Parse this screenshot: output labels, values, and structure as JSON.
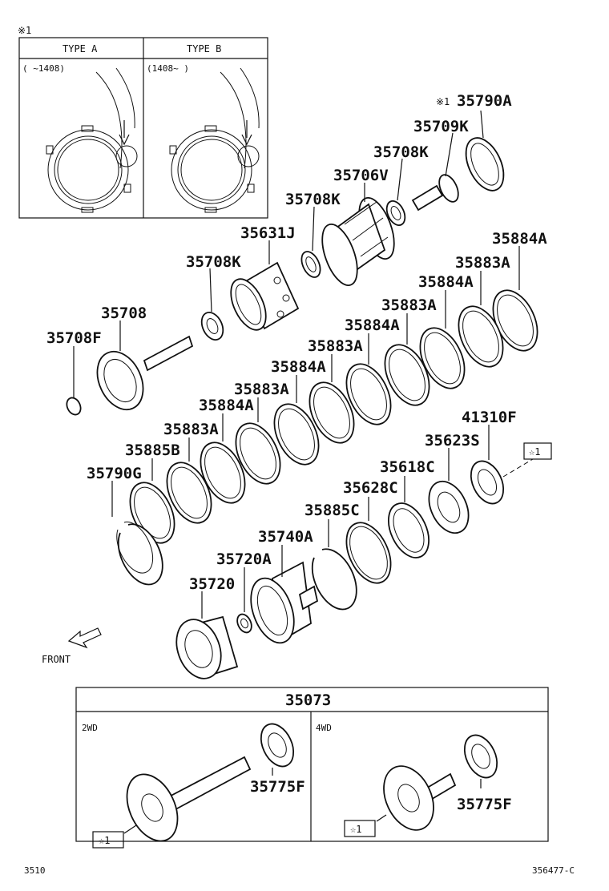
{
  "note_mark": "※1",
  "type_box": {
    "type_a": {
      "title": "TYPE A",
      "range": "(    ~1408)"
    },
    "type_b": {
      "title": "TYPE B",
      "range": "(1408~    )"
    }
  },
  "parts": {
    "p35790A": "35790A",
    "p35790A_prefix": "※1",
    "p35709K": "35709K",
    "p35708K_a": "35708K",
    "p35706V": "35706V",
    "p35708K_b": "35708K",
    "p35631J": "35631J",
    "p35708K_c": "35708K",
    "p35708": "35708",
    "p35708F": "35708F",
    "p35884A_1": "35884A",
    "p35883A_1": "35883A",
    "p35884A_2": "35884A",
    "p35883A_2": "35883A",
    "p35884A_3": "35884A",
    "p35883A_3": "35883A",
    "p35884A_4": "35884A",
    "p35883A_4": "35883A",
    "p35884A_5": "35884A",
    "p35883A_5": "35883A",
    "p35885B": "35885B",
    "p35790G": "35790G",
    "p41310F": "41310F",
    "p35623S": "35623S",
    "p35618C": "35618C",
    "p35628C": "35628C",
    "p35885C": "35885C",
    "p35740A": "35740A",
    "p35720A": "35720A",
    "p35720": "35720",
    "star_ref": "☆1"
  },
  "front_label": "FRONT",
  "assembly": {
    "number": "35073",
    "left": {
      "title": "2WD",
      "part": "35775F",
      "star": "☆1"
    },
    "right": {
      "title": "4WD",
      "part": "35775F",
      "star": "☆1"
    }
  },
  "footer": {
    "left": "3510",
    "right": "356477-C"
  }
}
